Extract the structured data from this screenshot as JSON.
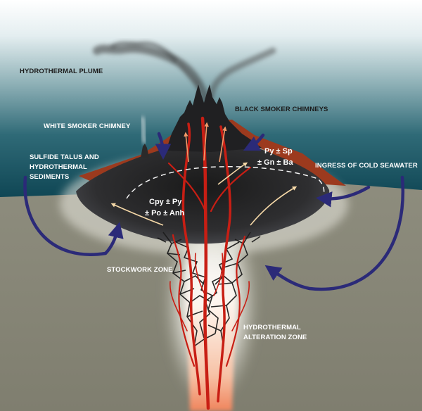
{
  "labels": {
    "hydrothermal_plume": "HYDROTHERMAL PLUME",
    "black_smoker_chimneys": "BLACK SMOKER CHIMNEYS",
    "white_smoker_chimney": "WHITE SMOKER CHIMNEY",
    "sulfide_talus_line1": "SULFIDE TALUS AND",
    "sulfide_talus_line2": "HYDROTHERMAL",
    "sulfide_talus_line3": "SEDIMENTS",
    "ingress_cold_seawater": "INGRESS OF COLD SEAWATER",
    "stockwork_zone": "STOCKWORK ZONE",
    "alteration_line1": "HYDROTHERMAL",
    "alteration_line2": "ALTERATION ZONE"
  },
  "minerals": {
    "upper_line1": "Py ± Sp",
    "upper_line2": "± Gn ± Ba",
    "core_line1": "Cpy ± Py",
    "core_line2": "± Po ± Anh"
  },
  "colors": {
    "sky_top": "#ffffff",
    "seawater": "#134c5c",
    "seafloor_sediment": "#8b8a7a",
    "sulfide_mound": "#2a2a2a",
    "sulfide_crust": "#9c3a1e",
    "hot_fluid": "#c81e14",
    "seawater_arrows": "#2b2a78",
    "mixing_arrows": "#f2c07a"
  }
}
